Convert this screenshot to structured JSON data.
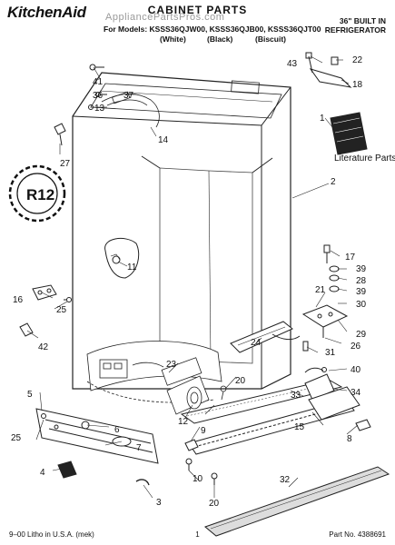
{
  "header": {
    "brand": "KitchenAid",
    "title": "CABINET PARTS",
    "models_line": "For Models: KSSS36QJW00, KSSS36QJB00, KSSS36QJT00",
    "colors": [
      "(White)",
      "(Black)",
      "(Biscuit)"
    ],
    "product_line1": "36\" BUILT IN",
    "product_line2": "REFRIGERATOR",
    "watermark": "AppliancePartsPros.com"
  },
  "diagram": {
    "literature_label": "Literature Parts",
    "stamp_text": "R12",
    "callouts": [
      "1",
      "2",
      "3",
      "4",
      "5",
      "6",
      "7",
      "8",
      "9",
      "10",
      "11",
      "12",
      "13",
      "14",
      "15",
      "16",
      "17",
      "18",
      "20",
      "21",
      "22",
      "23",
      "24",
      "25",
      "26",
      "27",
      "28",
      "29",
      "30",
      "31",
      "32",
      "33",
      "34",
      "36",
      "37",
      "39",
      "40",
      "41",
      "42",
      "43"
    ]
  },
  "footer": {
    "left": "9–00 Litho in U.S.A. (mek)",
    "center": "1",
    "right": "Part No. 4388691"
  }
}
